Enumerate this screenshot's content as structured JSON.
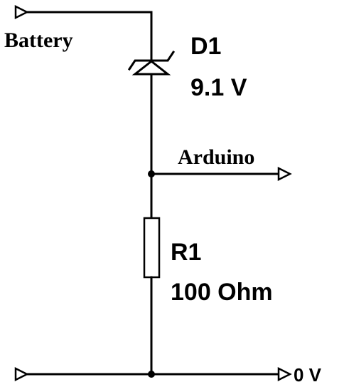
{
  "labels": {
    "battery": "Battery",
    "arduino": "Arduino",
    "zero_volt": "0 V"
  },
  "components": {
    "diode": {
      "designator": "D1",
      "value": "9.1 V"
    },
    "resistor": {
      "designator": "R1",
      "value": "100 Ohm"
    }
  },
  "colors": {
    "wire": "#000000",
    "background": "#ffffff"
  }
}
